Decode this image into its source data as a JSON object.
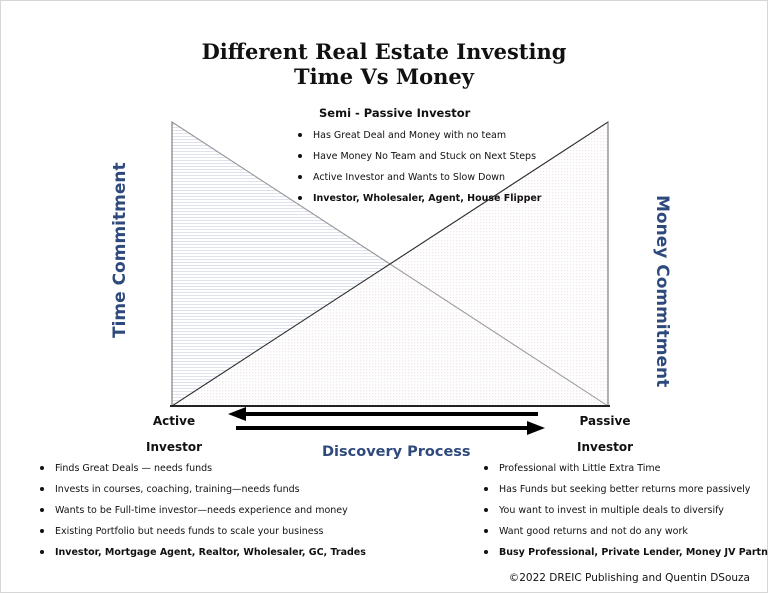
{
  "title": {
    "line1": "Different Real Estate Investing",
    "line2": "Time Vs Money"
  },
  "axes": {
    "left": "Time Commitment",
    "right": "Money Commitment",
    "bottom": "Discovery Process"
  },
  "ends": {
    "active": {
      "line1": "Active",
      "line2": "Investor"
    },
    "passive": {
      "line1": "Passive",
      "line2": "Investor"
    }
  },
  "semi_passive": {
    "heading": "Semi - Passive Investor",
    "items": [
      "Has Great Deal and Money with no team",
      "Have Money No Team and Stuck on Next Steps",
      "Active Investor and Wants to Slow Down",
      "Investor, Wholesaler, Agent, House Flipper"
    ]
  },
  "active_list": {
    "items": [
      "Finds Great Deals — needs funds",
      "Invests in courses, coaching, training—needs funds",
      "Wants to be Full-time investor—needs experience and money",
      "Existing Portfolio but needs funds to scale your business",
      "Investor, Mortgage Agent, Realtor, Wholesaler, GC, Trades"
    ]
  },
  "passive_list": {
    "items": [
      "Professional with Little Extra Time",
      "Has Funds but seeking better returns more passively",
      "You want to invest in multiple deals to diversify",
      "Want good returns and not do any work",
      "Busy Professional, Private Lender, Money JV Partner"
    ]
  },
  "copyright": "©2022 DREIC Publishing and Quentin DSouza",
  "colors": {
    "axis_label": "#2e4a7d",
    "left_fill": "#e6eaf2",
    "right_fill": "#f5eff2"
  }
}
